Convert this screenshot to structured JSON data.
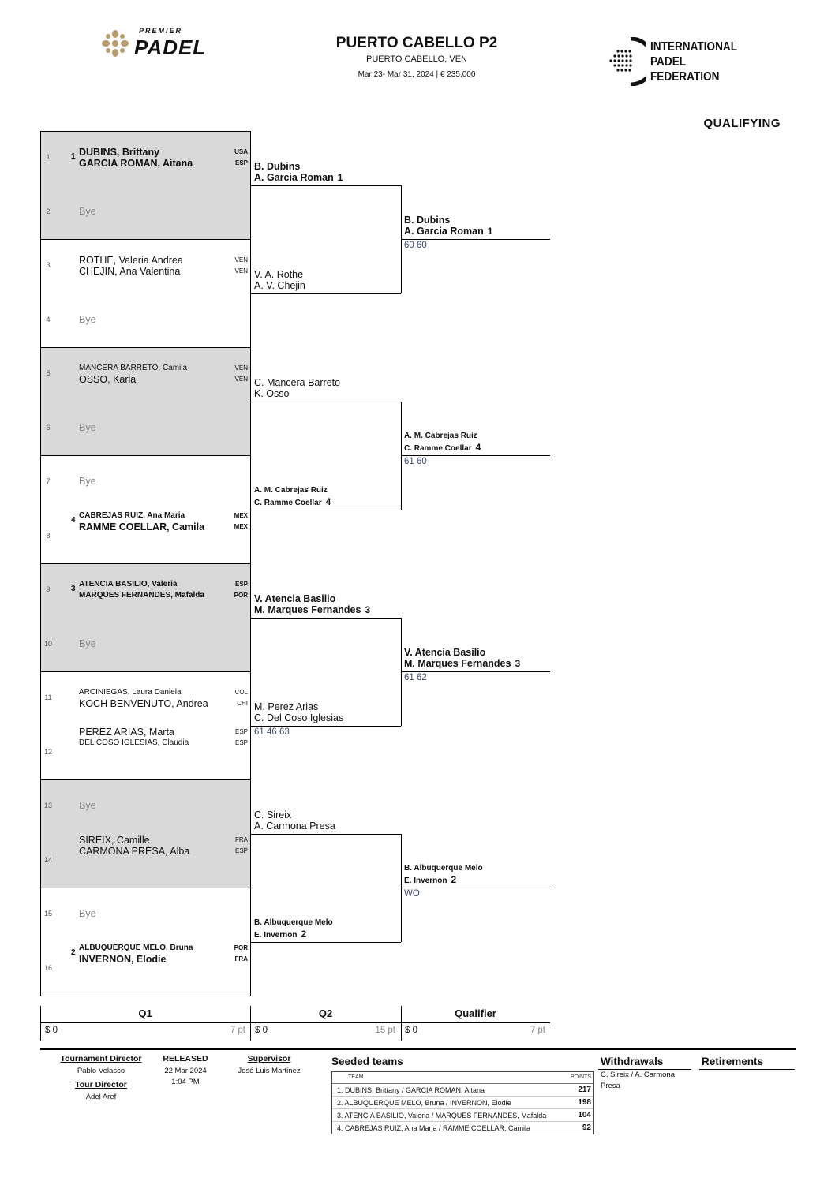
{
  "header": {
    "left_logo_top": "PREMIER",
    "left_logo_main": "PADEL",
    "title": "PUERTO CABELLO P2",
    "location": "PUERTO CABELLO, VEN",
    "dates_prize": "Mar 23- Mar 31, 2024  |  € 235,000",
    "right_logo_lines": [
      "INTERNATIONAL",
      "PADEL",
      "FEDERATION"
    ],
    "section": "QUALIFYING"
  },
  "draw": [
    {
      "num": "1",
      "seed": "1",
      "grey": true,
      "players": [
        {
          "name": "DUBINS, Brittany",
          "ctry": "USA",
          "style": "big b"
        },
        {
          "name": "GARCIA ROMAN, Aitana",
          "ctry": "ESP",
          "style": "big b"
        }
      ]
    },
    {
      "num": "2",
      "seed": "",
      "grey": true,
      "bye": "Bye"
    },
    {
      "num": "3",
      "seed": "",
      "grey": false,
      "players": [
        {
          "name": "ROTHE, Valeria Andrea",
          "ctry": "VEN",
          "style": "big"
        },
        {
          "name": "CHEJIN, Ana Valentina",
          "ctry": "VEN",
          "style": "big"
        }
      ]
    },
    {
      "num": "4",
      "seed": "",
      "grey": false,
      "bye": "Bye"
    },
    {
      "num": "5",
      "seed": "",
      "grey": true,
      "players": [
        {
          "name": "MANCERA BARRETO, Camila",
          "ctry": "VEN",
          "style": "sm"
        },
        {
          "name": "OSSO, Karla",
          "ctry": "VEN",
          "style": "big"
        }
      ]
    },
    {
      "num": "6",
      "seed": "",
      "grey": true,
      "bye": "Bye"
    },
    {
      "num": "7",
      "seed": "",
      "grey": false,
      "bye": "Bye"
    },
    {
      "num": "8",
      "seed": "4",
      "grey": false,
      "players": [
        {
          "name": "CABREJAS RUIZ, Ana Maria",
          "ctry": "MEX",
          "style": "sm b"
        },
        {
          "name": "RAMME COELLAR, Camila",
          "ctry": "MEX",
          "style": "big b"
        }
      ]
    },
    {
      "num": "9",
      "seed": "3",
      "grey": true,
      "players": [
        {
          "name": "ATENCIA BASILIO, Valeria",
          "ctry": "ESP",
          "style": "sm b"
        },
        {
          "name": "MARQUES FERNANDES, Mafalda",
          "ctry": "POR",
          "style": "sm b"
        }
      ]
    },
    {
      "num": "10",
      "seed": "",
      "grey": true,
      "bye": "Bye"
    },
    {
      "num": "11",
      "seed": "",
      "grey": false,
      "players": [
        {
          "name": "ARCINIEGAS, Laura Daniela",
          "ctry": "COL",
          "style": "sm"
        },
        {
          "name": "KOCH BENVENUTO, Andrea",
          "ctry": "CHI",
          "style": "big"
        }
      ]
    },
    {
      "num": "12",
      "seed": "",
      "grey": false,
      "players": [
        {
          "name": "PEREZ ARIAS, Marta",
          "ctry": "ESP",
          "style": "big"
        },
        {
          "name": "DEL COSO IGLESIAS, Claudia",
          "ctry": "ESP",
          "style": "sm"
        }
      ]
    },
    {
      "num": "13",
      "seed": "",
      "grey": true,
      "bye": "Bye"
    },
    {
      "num": "14",
      "seed": "",
      "grey": true,
      "players": [
        {
          "name": "SIREIX, Camille",
          "ctry": "FRA",
          "style": "big"
        },
        {
          "name": "CARMONA PRESA, Alba",
          "ctry": "ESP",
          "style": "big"
        }
      ]
    },
    {
      "num": "15",
      "seed": "",
      "grey": false,
      "bye": "Bye"
    },
    {
      "num": "16",
      "seed": "2",
      "grey": false,
      "players": [
        {
          "name": "ALBUQUERQUE MELO, Bruna",
          "ctry": "POR",
          "style": "sm b"
        },
        {
          "name": "INVERNON, Elodie",
          "ctry": "FRA",
          "style": "big b"
        }
      ]
    }
  ],
  "q1_winners": [
    {
      "l1": "B. Dubins",
      "l2": "A. Garcia Roman",
      "seed": "1",
      "style": "big b",
      "score": ""
    },
    {
      "l1": "V. A. Rothe",
      "l2": "A. V. Chejin",
      "seed": "",
      "style": "big",
      "score": ""
    },
    {
      "l1": "C. Mancera Barreto",
      "l2": "K. Osso",
      "seed": "",
      "style": "big",
      "score": ""
    },
    {
      "l1": "A. M. Cabrejas Ruiz",
      "l2": "C. Ramme Coellar",
      "seed": "4",
      "style": "sm b",
      "score": ""
    },
    {
      "l1": "V. Atencia Basilio",
      "l2": "M. Marques Fernandes",
      "seed": "3",
      "style": "big b",
      "score": ""
    },
    {
      "l1": "M. Perez Arias",
      "l2": "C. Del Coso Iglesias",
      "seed": "",
      "style": "big",
      "score": "61 46 63"
    },
    {
      "l1": "C. Sireix",
      "l2": "A. Carmona Presa",
      "seed": "",
      "style": "big",
      "score": ""
    },
    {
      "l1": "B. Albuquerque Melo",
      "l2": "E. Invernon",
      "seed": "2",
      "style": "sm b",
      "score": ""
    }
  ],
  "q2_winners": [
    {
      "l1": "B. Dubins",
      "l2": "A. Garcia Roman",
      "seed": "1",
      "style": "big b",
      "score": "60 60"
    },
    {
      "l1": "A. M. Cabrejas Ruiz",
      "l2": "C. Ramme Coellar",
      "seed": "4",
      "style": "sm b",
      "score": "61 60"
    },
    {
      "l1": "V. Atencia Basilio",
      "l2": "M. Marques Fernandes",
      "seed": "3",
      "style": "big b",
      "score": "61 62"
    },
    {
      "l1": "B. Albuquerque Melo",
      "l2": "E. Invernon",
      "seed": "2",
      "style": "sm b",
      "score": "WO"
    }
  ],
  "rounds": [
    {
      "name": "Q1",
      "prize": "$ 0",
      "points": "7 pt"
    },
    {
      "name": "Q2",
      "prize": "$ 0",
      "points": "15 pt"
    },
    {
      "name": "Qualifier",
      "prize": "$ 0",
      "points": "7 pt"
    }
  ],
  "footer": {
    "tournament_director_label": "Tournament Director",
    "tournament_director": "Pablo Velasco",
    "tour_director_label": "Tour Director",
    "tour_director": "Adel Aref",
    "released_label": "RELEASED",
    "released_date": "22 Mar 2024",
    "released_time": "1:04 PM",
    "supervisor_label": "Supervisor",
    "supervisor": "José Luis Martinez",
    "seeded_title": "Seeded teams",
    "seeded_col_team": "TEAM",
    "seeded_col_points": "POINTS",
    "seeded": [
      {
        "team": "1.  DUBINS, Brittany / GARCIA ROMAN, Aitana",
        "points": "217"
      },
      {
        "team": "2.  ALBUQUERQUE MELO, Bruna / INVERNON, Elodie",
        "points": "198"
      },
      {
        "team": "3.  ATENCIA BASILIO, Valeria / MARQUES FERNANDES, Mafalda",
        "points": "104"
      },
      {
        "team": "4.  CABREJAS RUIZ, Ana Maria / RAMME COELLAR, Camila",
        "points": "92"
      }
    ],
    "withdrawals_title": "Withdrawals",
    "withdrawals": "C. Sireix / A. Carmona Presa",
    "retirements_title": "Retirements"
  }
}
